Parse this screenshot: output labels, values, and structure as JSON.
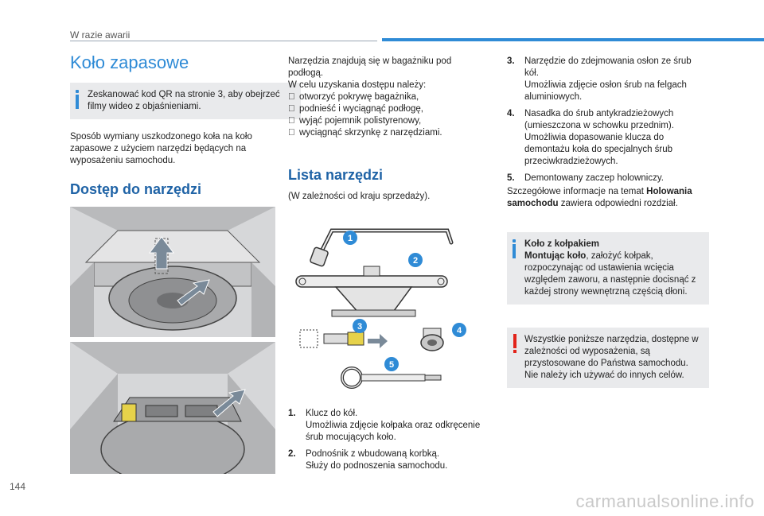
{
  "header": {
    "section": "W razie awarii"
  },
  "page": {
    "number": "144"
  },
  "title": "Koło zapasowe",
  "qr_note": "Zeskanować kod QR na stronie 3, aby obejrzeć filmy wideo z objaśnieniami.",
  "intro": "Sposób wymiany uszkodzonego koła na koło zapasowe z użyciem narzędzi będących na wyposażeniu samochodu.",
  "access": {
    "heading": "Dostęp do narzędzi",
    "lead": "Narzędzia znajdują się w bagażniku pod podłogą.",
    "lead2": "W celu uzyskania dostępu należy:",
    "steps": [
      "otworzyć pokrywę bagażnika,",
      "podnieść i wyciągnąć podłogę,",
      "wyjąć pojemnik polistyrenowy,",
      "wyciągnąć skrzynkę z narzędziami."
    ],
    "bullet_glyph": ""
  },
  "tools": {
    "heading": "Lista narzędzi",
    "note": "(W zależności od kraju sprzedaży).",
    "badges": [
      "1",
      "2",
      "3",
      "4",
      "5"
    ],
    "items": [
      {
        "num": "1.",
        "title": "Klucz do kół.",
        "desc": "Umożliwia zdjęcie kołpaka oraz odkręcenie śrub mocujących koło."
      },
      {
        "num": "2.",
        "title": "Podnośnik z wbudowaną korbką.",
        "desc": "Służy do podnoszenia samochodu."
      },
      {
        "num": "3.",
        "title": "Narzędzie do zdejmowania osłon ze śrub kół.",
        "desc": "Umożliwia zdjęcie osłon śrub na felgach aluminiowych."
      },
      {
        "num": "4.",
        "title": "Nasadka do śrub antykradzieżowych (umieszczona w schowku przednim).",
        "desc": "Umożliwia dopasowanie klucza do demontażu koła do specjalnych śrub przeciwkradzieżowych."
      },
      {
        "num": "5.",
        "title": "Demontowany zaczep holowniczy.",
        "desc": ""
      }
    ]
  },
  "towing_ref": {
    "prefix": "Szczegółowe informacje na temat ",
    "bold": "Holowania samochodu",
    "suffix": " zawiera odpowiedni rozdział."
  },
  "hubcap_box": {
    "title": "Koło z kołpakiem",
    "bold_lead": "Montując koło",
    "text": ", założyć kołpak, rozpoczynając od ustawienia wcięcia względem zaworu, a następnie docisnąć z każdej strony wewnętrzną częścią dłoni."
  },
  "warning_box": {
    "text": "Wszystkie poniższe narzędzia, dostępne w zależności od wyposażenia, są przystosowane do Państwa samochodu. Nie należy ich używać do innych celów."
  },
  "watermark": "carmanualsonline.info",
  "colors": {
    "accent": "#2f8bd6",
    "heading": "#1f63a6",
    "warning": "#e2231a",
    "box_bg": "#e9eaec"
  }
}
